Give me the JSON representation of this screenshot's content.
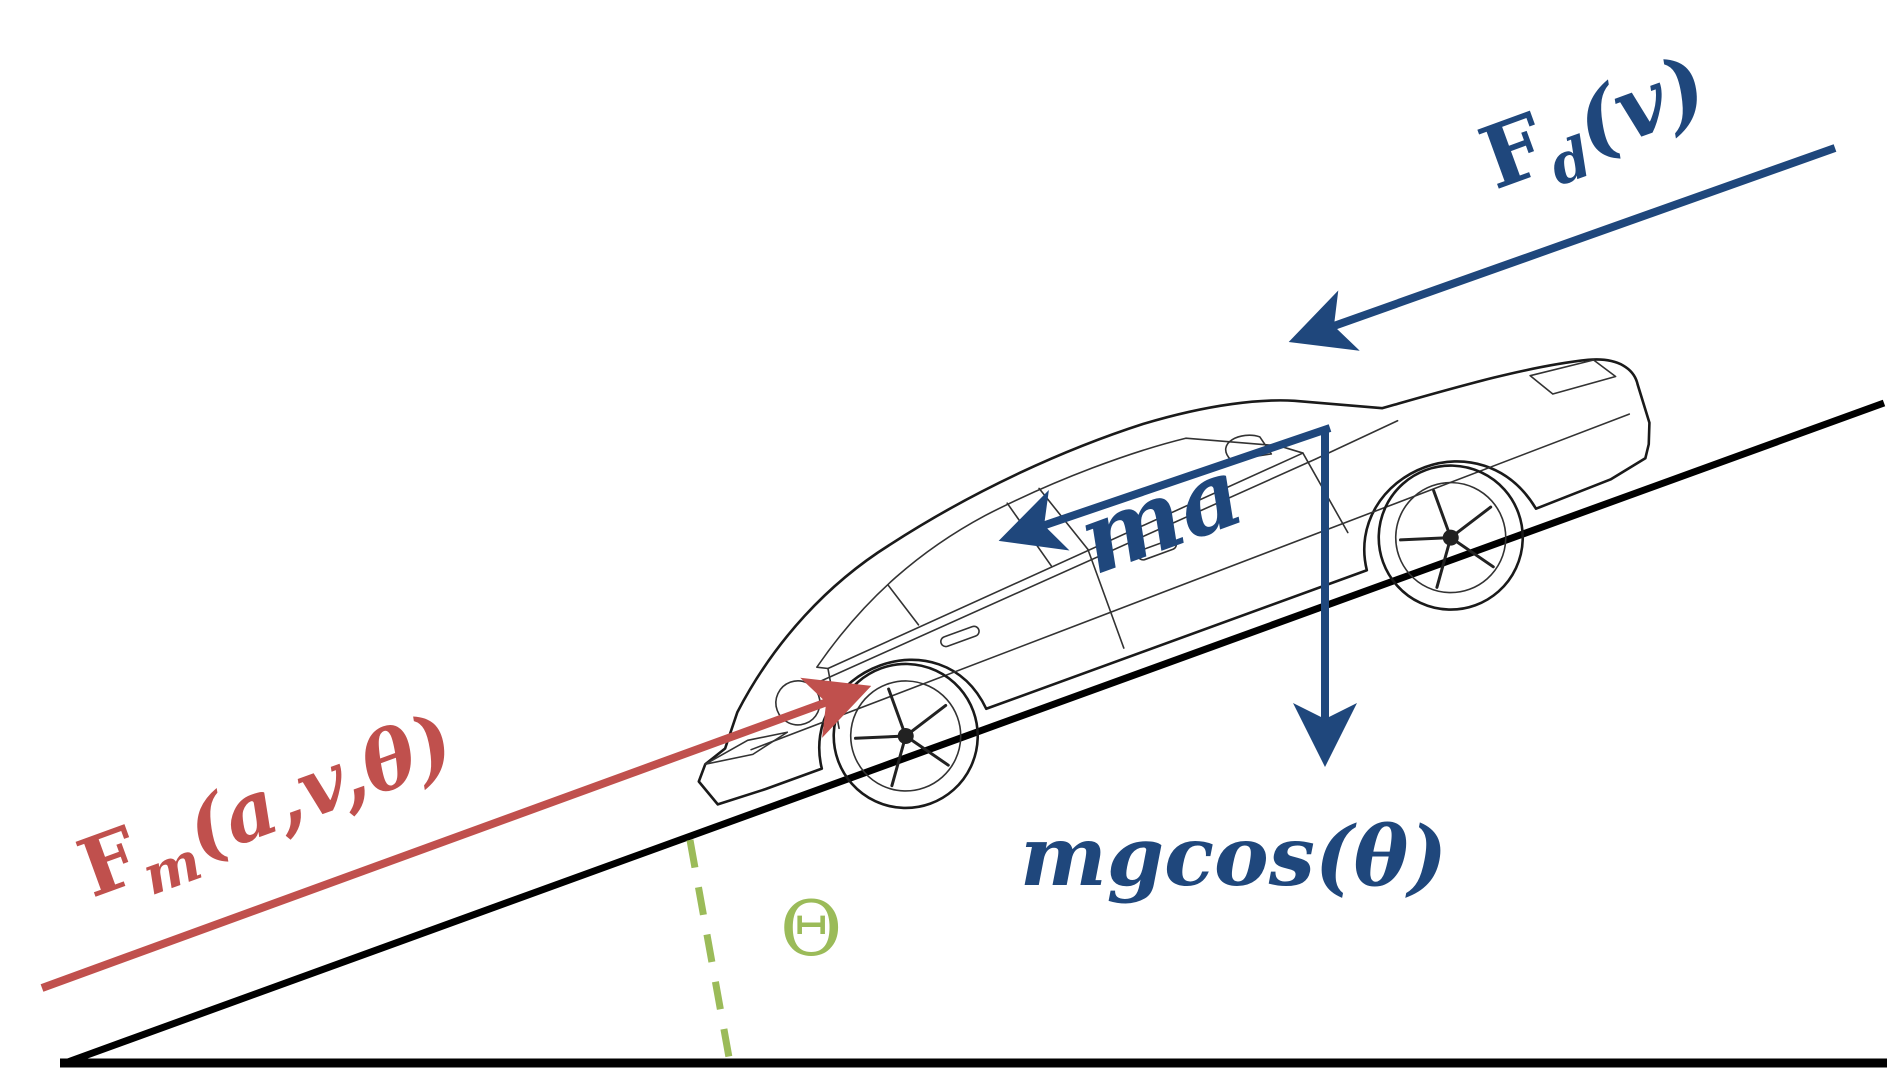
{
  "colors": {
    "ground": "#000000",
    "blue_force": "#1f477c",
    "red_force": "#c0504d",
    "angle": "#9bbb59",
    "car_outline": "#1a1a1a"
  },
  "labels": {
    "fd_main": "F",
    "fd_sub": "d",
    "fd_args": "(v)",
    "fm_main": "F",
    "fm_sub": "m",
    "fm_args": "(a,v,θ)",
    "ma": "ma",
    "mgcos": "mgcos(θ)",
    "theta": "Θ"
  },
  "icons": {
    "car": "sedan-car-icon"
  }
}
